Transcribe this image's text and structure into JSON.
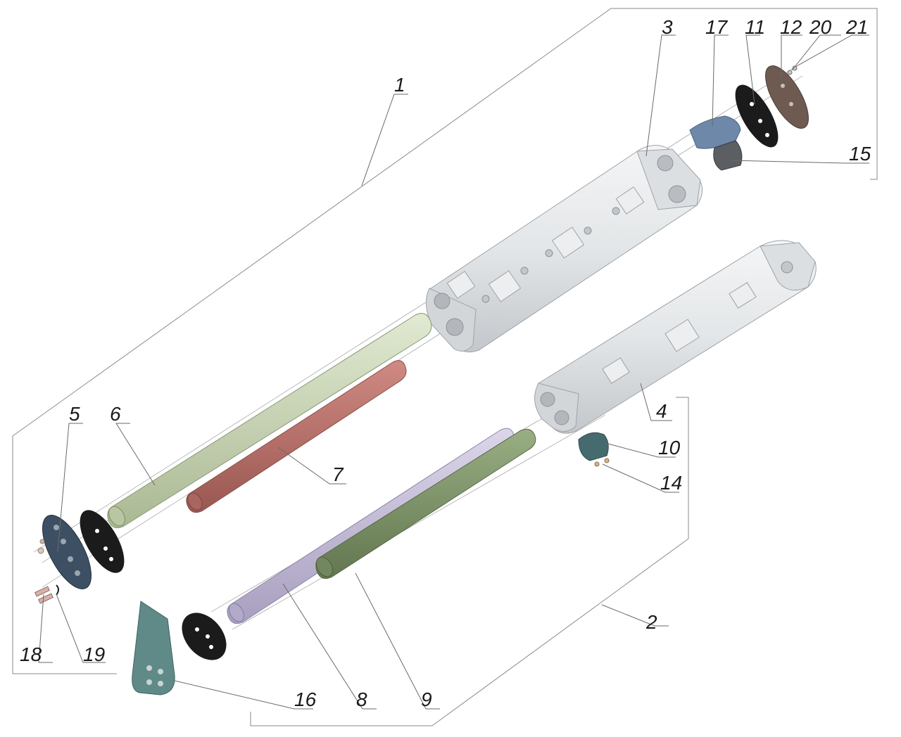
{
  "callouts": {
    "c1": "1",
    "c2": "2",
    "c3": "3",
    "c4": "4",
    "c5": "5",
    "c6": "6",
    "c7": "7",
    "c8": "8",
    "c9": "9",
    "c10": "10",
    "c11": "11",
    "c12": "12",
    "c14": "14",
    "c15": "15",
    "c16": "16",
    "c17": "17",
    "c18": "18",
    "c19": "19",
    "c20": "20",
    "c21": "21"
  },
  "colors": {
    "housing": "#e6e8ea",
    "housing_shade": "#c9cdd1",
    "tube_green_light": "#c9d6b4",
    "tube_red": "#b5706a",
    "tube_lavender": "#c6bfd8",
    "tube_olive": "#7f946a",
    "gasket": "#1b1b1b",
    "plate_blue": "#3d4f63",
    "plate_teal": "#5f8a88",
    "cap_blue": "#6d88a8",
    "cap_teal": "#466b6e",
    "bushing_grey": "#5b5f63",
    "plate_brown": "#6e5a50"
  }
}
